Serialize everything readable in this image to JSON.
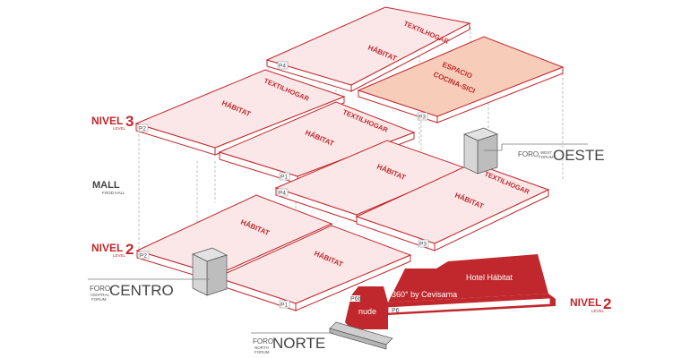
{
  "levels": {
    "nivel3": {
      "label": "NIVEL",
      "number": "3",
      "sub": "LEVEL"
    },
    "mall": {
      "label": "MALL",
      "sub": "FOOD HALL"
    },
    "nivel2_left": {
      "label": "NIVEL",
      "number": "2",
      "sub": "LEVEL"
    },
    "nivel2_right": {
      "label": "NIVEL",
      "number": "2",
      "sub": "LEVEL"
    }
  },
  "forums": {
    "oeste": {
      "foro": "FORO",
      "sub1": "WEST",
      "sub2": "FORUM",
      "name": "OESTE"
    },
    "centro": {
      "foro": "FORO",
      "sub1": "CENTRAL",
      "sub2": "FORUM",
      "name": "CENTRO"
    },
    "norte": {
      "foro": "FORO",
      "sub1": "NORTH",
      "sub2": "FORUM",
      "name": "NORTE"
    }
  },
  "halls": {
    "top_p4": {
      "tag": "P4",
      "labels": [
        "HÁBITAT",
        "TEXTILHOGAR"
      ]
    },
    "top_p3": {
      "tag": "P3",
      "labels": [
        "ESPACIO",
        "COCINA-SICI"
      ]
    },
    "l3_p2": {
      "tag": "P2",
      "labels": [
        "HÁBITAT",
        "TEXTILHOGAR"
      ]
    },
    "l3_p1": {
      "tag": "P1",
      "labels": [
        "HÁBITAT",
        "TEXTILHOGAR"
      ]
    },
    "mall_p4": {
      "tag": "P4",
      "labels": [
        "HÁBITAT"
      ]
    },
    "mall_p3": {
      "tag": "P3",
      "labels": [
        "HÁBITAT",
        "TEXTILHOGAR"
      ]
    },
    "l2_p2": {
      "tag": "P2",
      "labels": [
        "HÁBITAT"
      ]
    },
    "l2_p1": {
      "tag": "P1",
      "labels": [
        "HÁBITAT"
      ]
    },
    "hotel": {
      "name": "Hotel Hábitat",
      "sub": "360° by Cevisama",
      "tag": "P6"
    },
    "nude": {
      "name": "nude",
      "tag": "P6b"
    }
  },
  "colors": {
    "accent_red": "#c0282d",
    "plate_fill": "#fbe7e7",
    "highlight_fill": "#f7cdb9",
    "forum_gray": "#cfcfcf"
  }
}
